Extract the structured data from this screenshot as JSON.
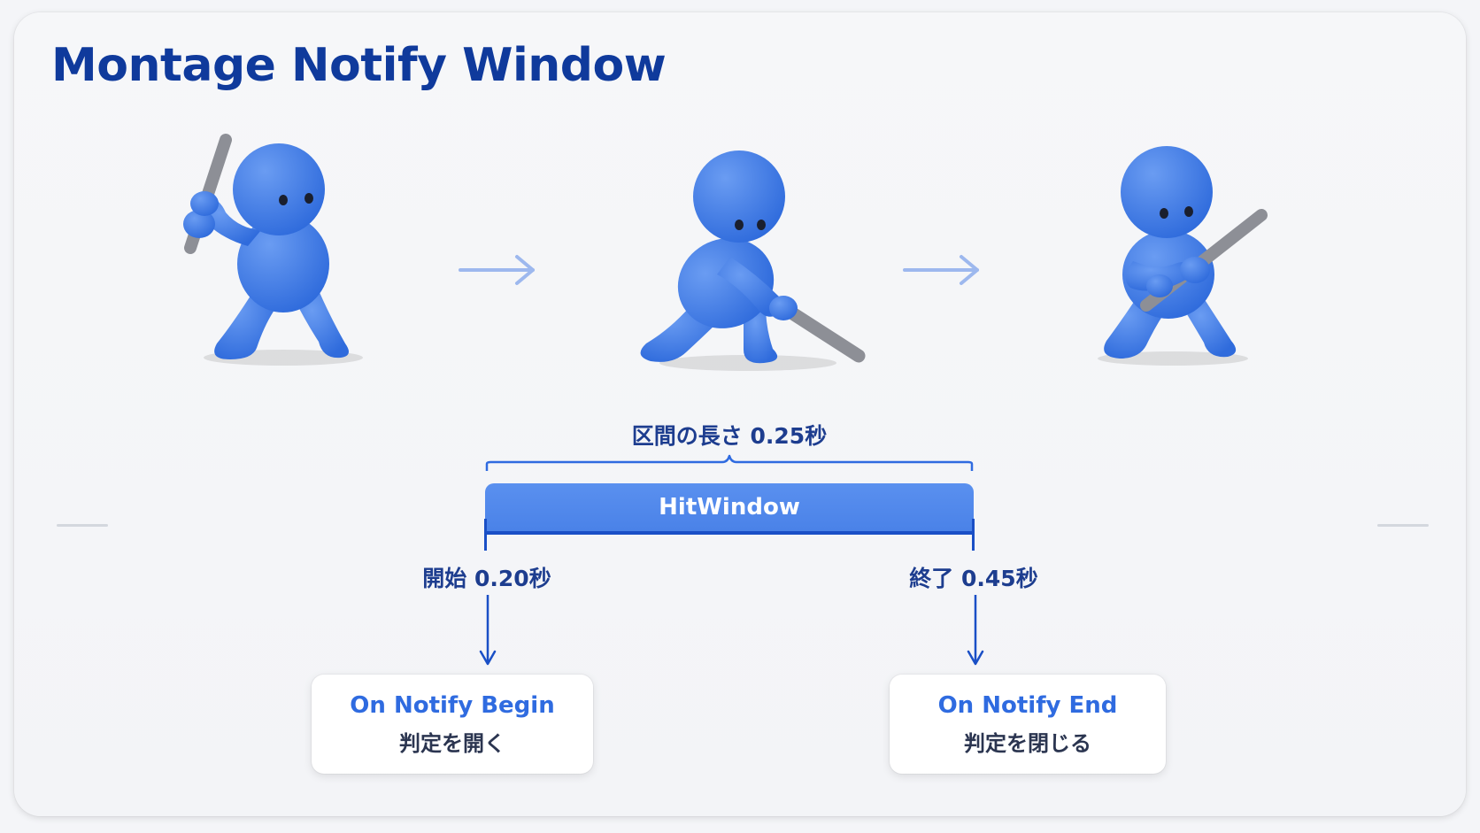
{
  "title": "Montage Notify Window",
  "duration_label": "区間の長さ 0.25秒",
  "window": {
    "label": "HitWindow",
    "start_sec": 0.2,
    "end_sec": 0.45,
    "length_sec": 0.25
  },
  "start_label": "開始 0.20秒",
  "end_label": "終了 0.45秒",
  "events": [
    {
      "name": "On Notify Begin",
      "description": "判定を開く"
    },
    {
      "name": "On Notify End",
      "description": "判定を閉じる"
    }
  ],
  "colors": {
    "title": "#0f3a9c",
    "figure": "#3f7de6",
    "bar": "#4f88ec",
    "accent": "#1a4fc6",
    "event_name": "#2f6be0",
    "flow_arrow": "#9db8ee"
  },
  "icons": [
    "batter-windup-icon",
    "batter-swing-icon",
    "batter-follow-through-icon",
    "right-arrow-icon",
    "down-arrow-icon"
  ]
}
